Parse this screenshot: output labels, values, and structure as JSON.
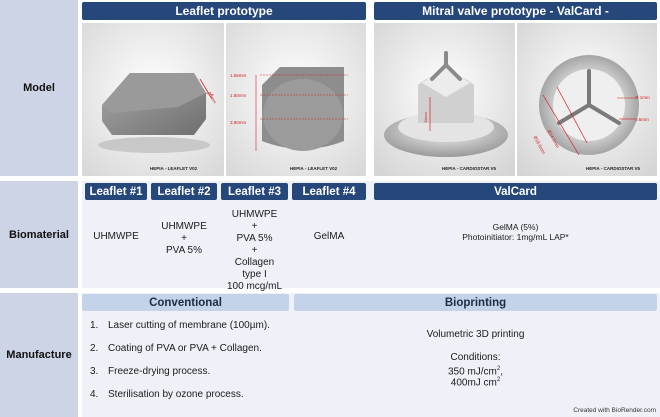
{
  "rows": {
    "model": "Model",
    "biomaterial": "Biomaterial",
    "manufacture": "Manufacture"
  },
  "model": {
    "leaflet_header": "Leaflet prototype",
    "valve_header": "Mitral valve prototype - ValCard -",
    "panel1": {
      "caption": "HEPIA - LEAFLET V02",
      "dim": "0.5mm"
    },
    "panel2": {
      "caption": "HEPIA - LEAFLET V02",
      "dims": [
        "1.56mm",
        "1.80mm",
        "3.90mm"
      ]
    },
    "panel3": {
      "caption": "HEPIA - CARDIOSTAR V5",
      "dim": "11mm"
    },
    "panel4": {
      "caption": "HEPIA - CARDIOSTAR V5",
      "dims": [
        "Ø 1mm",
        "0.5mm",
        "Ø14.5mm",
        "Ø18.6mm"
      ]
    }
  },
  "biomaterial": {
    "leaflet1": {
      "title": "Leaflet #1",
      "text": "UHMWPE"
    },
    "leaflet2": {
      "title": "Leaflet #2",
      "text": "UHMWPE\n+\nPVA 5%"
    },
    "leaflet3": {
      "title": "Leaflet #3",
      "text": "UHMWPE\n+\nPVA 5%\n+\nCollagen\ntype I\n100 mcg/mL"
    },
    "leaflet4": {
      "title": "Leaflet #4",
      "text": "GelMA"
    },
    "valcard": {
      "title": "ValCard",
      "line1": "GelMA (5%)",
      "line2": "Photoinitiator: 1mg/mL LAP*"
    }
  },
  "manufacture": {
    "conventional": {
      "title": "Conventional",
      "steps": [
        {
          "num": "1.",
          "text": "Laser cutting of membrane (100µm)."
        },
        {
          "num": "2.",
          "text": "Coating of PVA or PVA + Collagen."
        },
        {
          "num": "3.",
          "text": "Freeze-drying process."
        },
        {
          "num": "4.",
          "text": "Sterilisation by ozone process."
        }
      ]
    },
    "bioprinting": {
      "title": "Bioprinting",
      "line1": "Volumetric 3D printing",
      "line2": "Conditions:",
      "line3": "350 mJ/cm",
      "line4": "400mJ cm",
      "sup": "2"
    }
  },
  "credit": "Created with BioRender.com",
  "colors": {
    "dark_header": "#26477a",
    "light_header": "#c5d3ea",
    "row_label": "#cdd4e6",
    "band": "#eef2f8",
    "dimension": "#d42020"
  }
}
